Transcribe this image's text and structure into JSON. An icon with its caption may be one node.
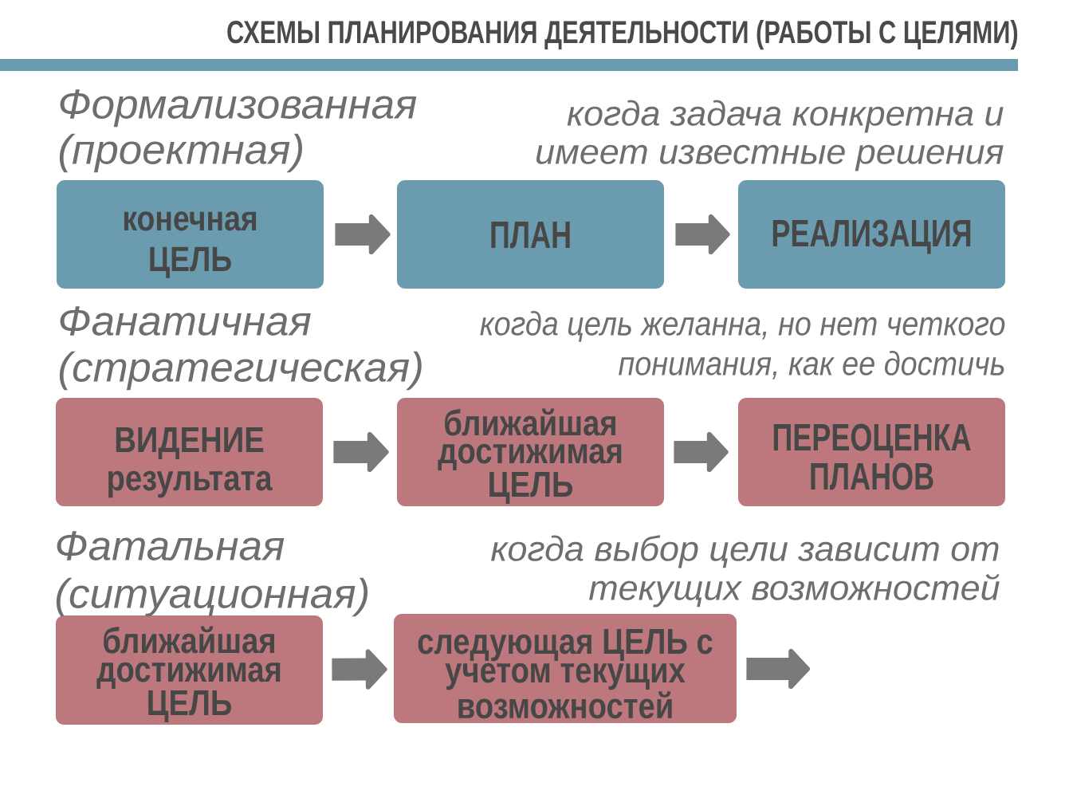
{
  "diagram": {
    "title": "СХЕМЫ ПЛАНИРОВАНИЯ ДЕЯТЕЛЬНОСТИ (РАБОТЫ С ЦЕЛЯМИ)",
    "nodes": [
      {
        "text": [
          "конечная ЦЕЛЬ"
        ]
      },
      {
        "text": [
          "ПЛАН"
        ]
      },
      {
        "text": [
          "РЕАЛИЗАЦИЯ"
        ]
      },
      {
        "text": [
          "ВИДЕНИЕ результата"
        ]
      },
      {
        "text": [
          "ближайшая достижимая ЦЕЛЬ"
        ]
      },
      {
        "text": [
          "ПЕРЕОЦЕНКА ПЛАНОВ"
        ]
      },
      {
        "text": [
          "ближайшая достижимая ЦЕЛЬ"
        ]
      },
      {
        "text": [
          "следующая ЦЕЛЬ с учетом текущих возможностей"
        ]
      }
    ],
    "edges": [
      {
        "from": 0,
        "to": 1,
        "arrow": "to"
      },
      {
        "from": 1,
        "to": 2,
        "arrow": "to"
      },
      {
        "from": 3,
        "to": 4,
        "arrow": "to"
      },
      {
        "from": 4,
        "to": 5,
        "arrow": "to"
      },
      {
        "from": 6,
        "to": 7,
        "arrow": "to"
      },
      {
        "from": 7,
        "to": null,
        "arrow": "to"
      }
    ],
    "labels": [
      "Формализованная (проектная)",
      "когда задача конкретна и имеет известные решения",
      "Фанатичная (стратегическая)",
      "когда цель желанна, но нет четкого понимания, как ее достичь",
      "Фатальная (ситуационная)",
      "когда выбор цели зависит от текущих возможностей"
    ]
  }
}
